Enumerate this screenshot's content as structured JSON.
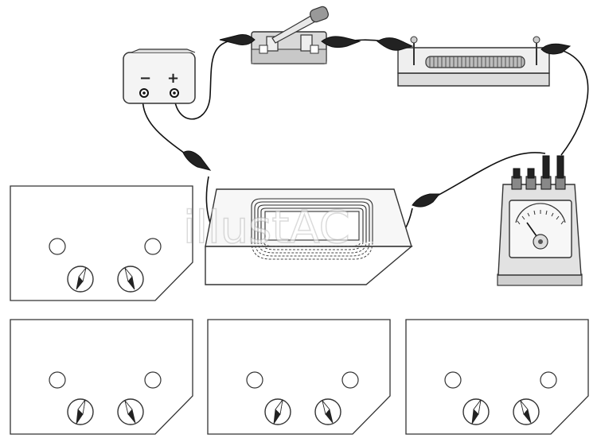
{
  "battery": {
    "negative_label": "−",
    "positive_label": "+"
  },
  "panels": [
    {
      "id": "top-left"
    },
    {
      "id": "bottom-left"
    },
    {
      "id": "bottom-middle"
    },
    {
      "id": "bottom-right"
    }
  ],
  "watermark": "illustAC",
  "colors": {
    "outline": "#333333",
    "fill_light": "#e6e6e6",
    "fill_mid": "#bdbdbd",
    "wire": "#111111",
    "clip": "#222222"
  }
}
